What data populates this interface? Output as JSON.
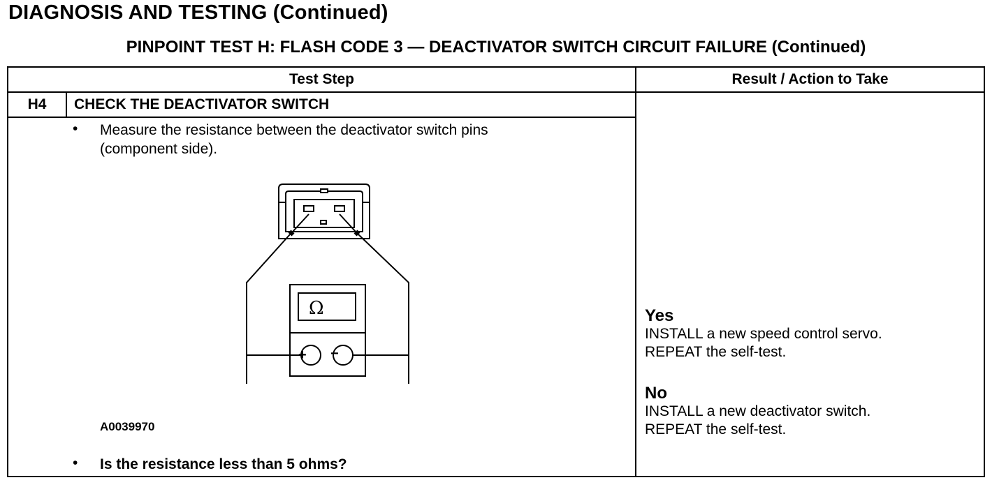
{
  "header": {
    "section_title": "DIAGNOSIS AND TESTING (Continued)",
    "test_title": "PINPOINT TEST  H: FLASH CODE 3 — DEACTIVATOR SWITCH CIRCUIT FAILURE (Continued)"
  },
  "table": {
    "col_test_step": "Test Step",
    "col_result": "Result / Action to Take",
    "step": {
      "id": "H4",
      "title": "CHECK THE DEACTIVATOR SWITCH",
      "bullet_char": "•",
      "instruction_line1": "Measure the resistance between the deactivator switch pins",
      "instruction_line2": "(component side).",
      "question": "Is the resistance less than 5 ohms?"
    },
    "figure": {
      "id": "A0039970",
      "meter_symbol": "Ω",
      "plus_symbol": "+",
      "minus_symbol": "−"
    },
    "results": {
      "yes": {
        "label": "Yes",
        "line1": "INSTALL a new speed control servo.",
        "line2": "REPEAT the self-test."
      },
      "no": {
        "label": "No",
        "line1": "INSTALL a new deactivator switch.",
        "line2": "REPEAT the self-test."
      }
    }
  }
}
